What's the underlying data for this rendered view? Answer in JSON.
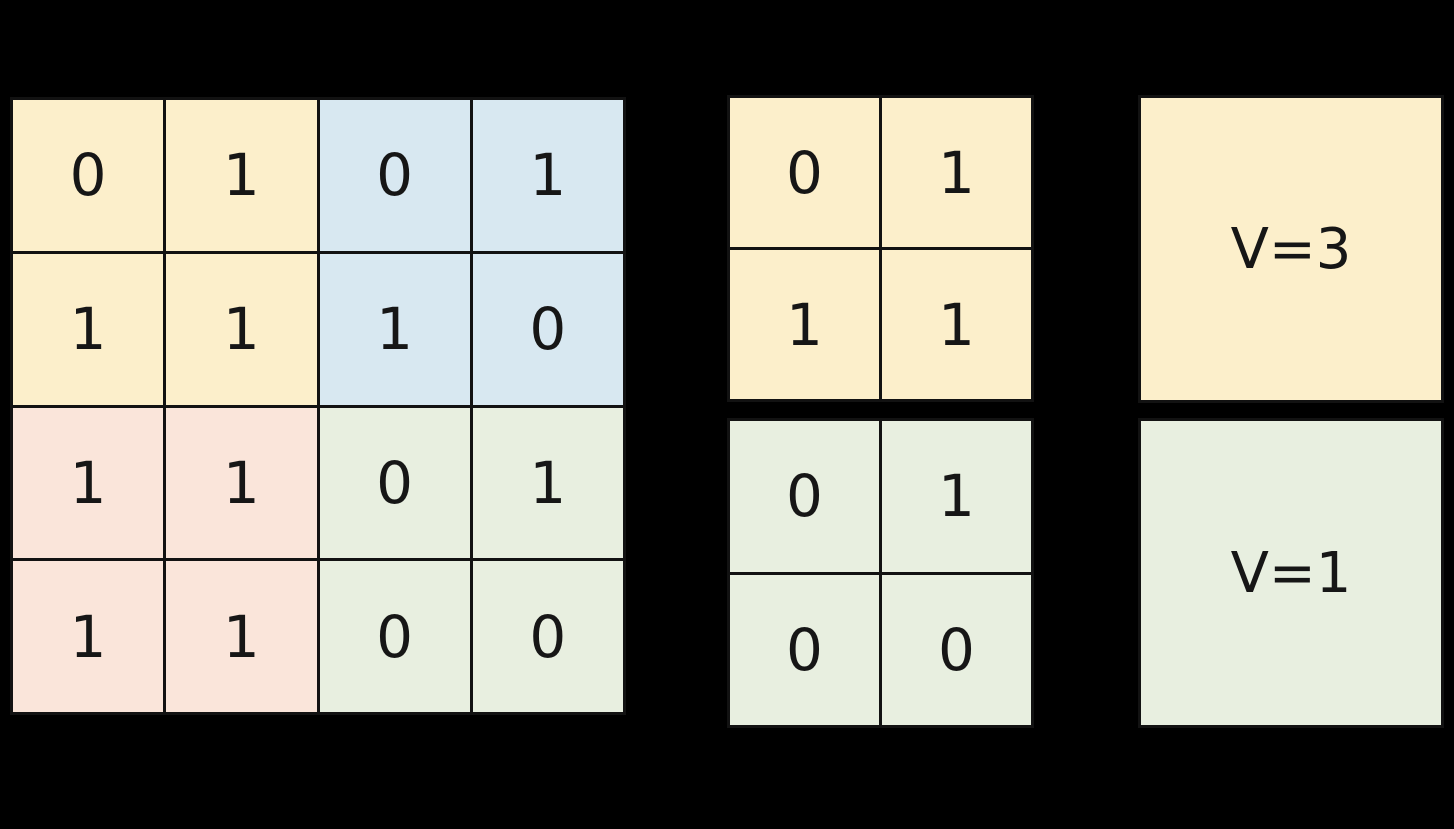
{
  "background_color": "#000000",
  "line_color": "#121212",
  "text_color": "#161616",
  "input_grid": {
    "rows": 4,
    "cols": 4,
    "values": [
      [
        "0",
        "1",
        "0",
        "1"
      ],
      [
        "1",
        "1",
        "1",
        "0"
      ],
      [
        "1",
        "1",
        "0",
        "1"
      ],
      [
        "1",
        "1",
        "0",
        "0"
      ]
    ],
    "quadrant_colors": {
      "top_left": "#FCEFCB",
      "top_right": "#D8E8F1",
      "bottom_left": "#FAE5DA",
      "bottom_right": "#E8EFE0"
    }
  },
  "patches": [
    {
      "values": [
        [
          "0",
          "1"
        ],
        [
          "1",
          "1"
        ]
      ],
      "color": "#FCEFCB"
    },
    {
      "values": [
        [
          "0",
          "1"
        ],
        [
          "0",
          "0"
        ]
      ],
      "color": "#E8EFE0"
    }
  ],
  "value_boxes": [
    {
      "label": "V=3",
      "color": "#FCEFCB"
    },
    {
      "label": "V=1",
      "color": "#E8EFE0"
    }
  ]
}
